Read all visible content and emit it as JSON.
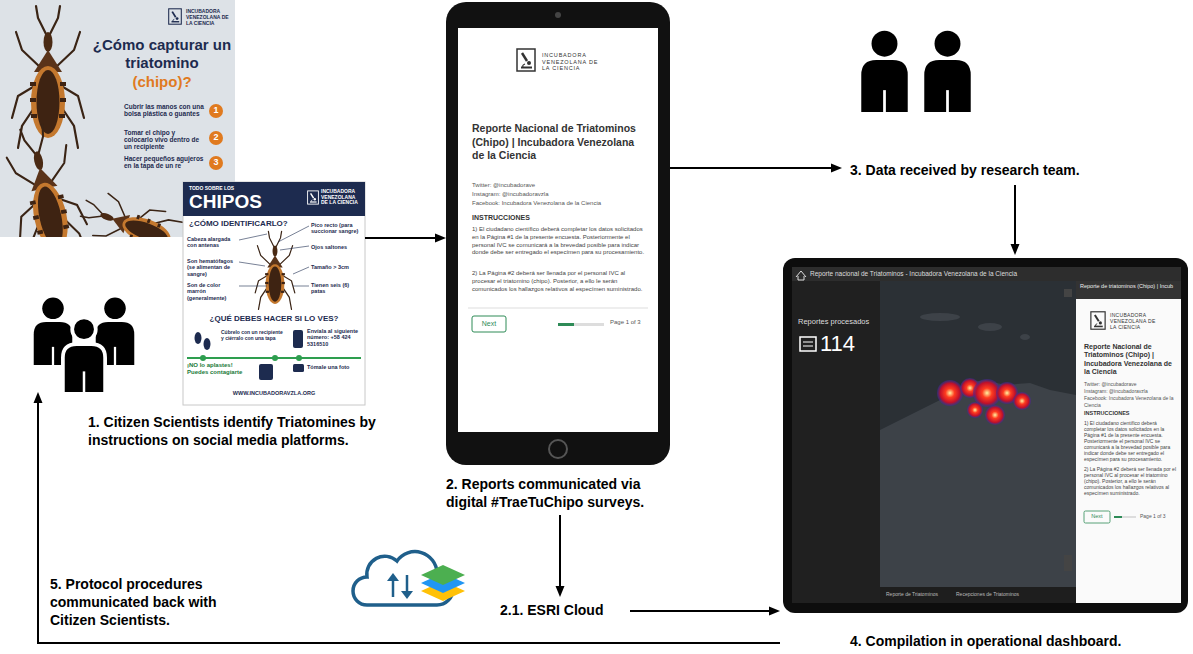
{
  "diagram": {
    "nodes": [
      {
        "text": [
          "1. Citizen Scientists identify Triatomines by instructions on social media platforms."
        ]
      },
      {
        "text": [
          "INCUBADORA VENEZOLANA DE LA CIENCIA",
          "¿Cómo capturar un triatomino",
          "(chipo)?",
          "Cubrir las manos con una bolsa plástica o guantes",
          "1",
          "Tomar el chipo y colocarlo vivo dentro de un recipiente",
          "2",
          "Hacer pequeños agujeros en la tapa de un re",
          "3"
        ]
      },
      {
        "text": [
          "TODO SOBRE LOS",
          "CHIPOS",
          "INCUBADORA VENEZOLANA DE LA CIENCIA",
          "¿CÓMO IDENTIFICARLO?",
          "Pico recto (para succionar sangre)",
          "Ojos saltones",
          "Cabeza alargada con antenas",
          "Son hematófagos (se alimentan de sangre)",
          "Tamaño > 3cm",
          "Son de color marrón (generalmente)",
          "Tienen seis (6) patas",
          "¿QUÉ DEBES HACER SI LO VES?",
          "Cúbrelo con un recipiente y ciérralo con una tapa",
          "Envíala al siguiente número: +58 424 5316510",
          "Tómale una foto",
          "¡NO lo aplastes! Puedes contagiarte",
          "WWW.INCUBADORAVZLA.ORG"
        ]
      },
      {
        "text": [
          "INCUBADORA VENEZOLANA DE LA CIENCIA",
          "Reporte Nacional de Triatominos (Chipo) | Incubadora Venezolana de la Ciencia",
          "Twitter: @incubadorave",
          "Instagram: @incubadoravzla",
          "Facebook: Incubadora Venezolana de la Ciencia",
          "INSTRUCCIONES",
          "1) El ciudadano científico deberá completar los datos solicitados en la Página #1 de la presente encuesta. Posteriormente el personal IVC se comunicará a la brevedad posible para indicar donde debe ser entregado el especímen para su procesamiento.",
          "2) La Página #2 deberá ser llenada por el personal IVC al procesar el triatomino (chipo). Posterior, a ello le serán comunicados los hallazgos relativos al especímen suministrado.",
          "Next",
          "Page 1 of 3",
          "2. Reports communicated via digital #TraeTuChipo surveys."
        ]
      },
      {
        "text": [
          "2.1. ESRI Cloud"
        ]
      },
      {
        "text": [
          "3. Data received by research team."
        ]
      },
      {
        "text": [
          "Reporte nacional de Triatominos - Incubadora Venezolana de la Ciencia",
          "Reportes procesados",
          "114",
          "Reporte de triatominos (Chipo) | Incub",
          "INCUBADORA VENEZOLANA DE LA CIENCIA",
          "Reporte Nacional de Triatominos (Chipo) | Incubadora Venezolana de la Ciencia",
          "Twitter: @incubadorave",
          "Instagram: @incubadoravzla",
          "Facebook: Incubadora Venezolana de la Ciencia",
          "INSTRUCCIONES",
          "1) El ciudadano científico deberá completar los datos solicitados en la Página #1 de la presente encuesta. Posteriormente el personal IVC se comunicará a la brevedad posible para indicar donde debe ser entregado el especímen para su procesamiento.",
          "2) La Página #2 deberá ser llenada por el personal IVC al procesar el triatomino (chipo). Posterior, a ello le serán comunicados los hallazgos relativos al especímen suministrado.",
          "Next",
          "Page 1 of 3",
          "Reporte de Triatominos",
          "Recepciones de Triatominos",
          "4. Compilation in operational dashboard."
        ]
      }
    ],
    "edges": [
      {
        "from": 2,
        "to": 3,
        "arrow": "to"
      },
      {
        "from": 3,
        "to": 5,
        "arrow": "to"
      },
      {
        "from": 3,
        "to": 4,
        "arrow": "to"
      },
      {
        "from": 4,
        "to": 6,
        "arrow": "to"
      },
      {
        "from": 5,
        "to": 6,
        "arrow": "to"
      },
      {
        "from": 6,
        "to": 0,
        "label": "5. Protocol procedures communicated back with Citizen Scientists.",
        "arrow": "to"
      }
    ]
  }
}
